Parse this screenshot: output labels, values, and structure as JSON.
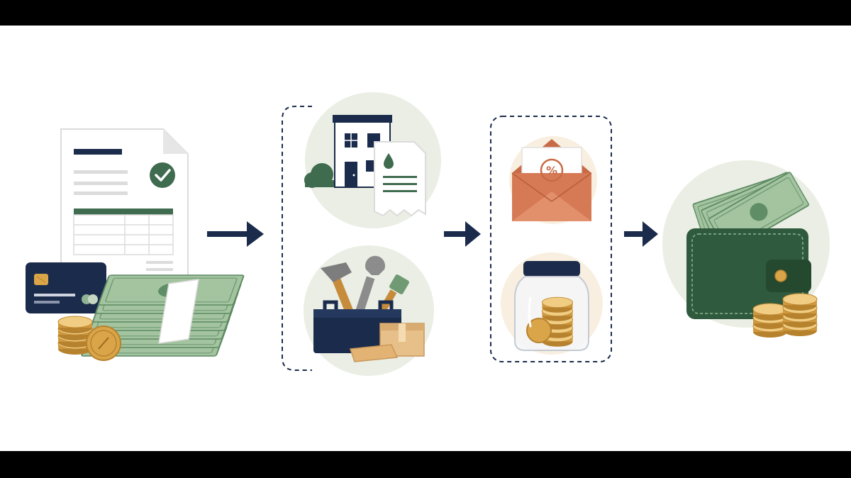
{
  "diagram": {
    "steps": [
      {
        "id": "income",
        "icons": [
          "invoice-document-icon",
          "check-badge-icon",
          "credit-card-icon",
          "cash-stack-icon",
          "coin-stack-icon"
        ]
      },
      {
        "id": "expenses",
        "icons": [
          "house-icon",
          "utility-bill-icon",
          "toolbox-icon",
          "hammer-icon",
          "wrench-icon",
          "paintbrush-icon",
          "cardboard-box-icon"
        ]
      },
      {
        "id": "savings",
        "icons": [
          "envelope-icon",
          "percent-icon",
          "savings-jar-icon",
          "coin-stack-icon"
        ]
      },
      {
        "id": "wallet",
        "icons": [
          "wallet-icon",
          "banknote-icon",
          "coin-stack-icon"
        ]
      }
    ],
    "arrows": 3,
    "percent_symbol": "%"
  },
  "colors": {
    "navy": "#1b2b4b",
    "green": "#3f6b4f",
    "dark_green": "#2f5a3d",
    "light_green": "#8fb493",
    "cash_green": "#a4c4a0",
    "gold": "#d9a548",
    "gold_light": "#f0cd83",
    "terracotta": "#d67a55",
    "circle_bg": "#eaeee4",
    "circle_bg_warm": "#f8efe0",
    "paper": "#ffffff",
    "gray_line": "#d5d5d5"
  }
}
